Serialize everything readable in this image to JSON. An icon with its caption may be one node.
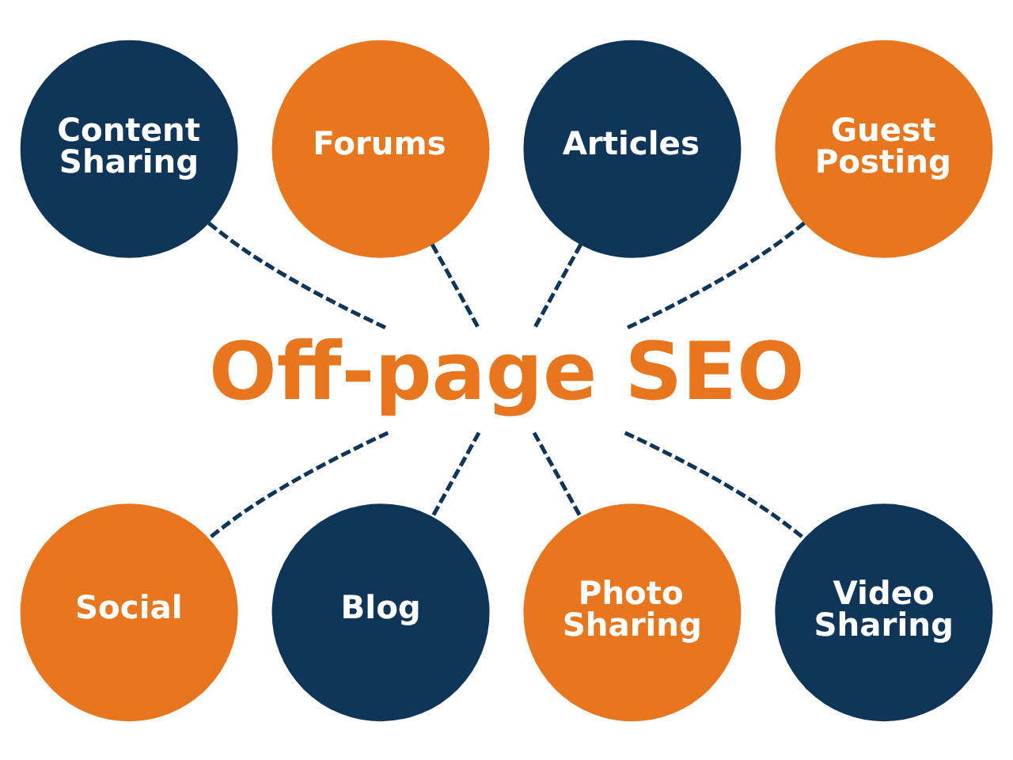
{
  "diagram": {
    "nodes": [
      {
        "text": [
          "Content Sharing"
        ]
      },
      {
        "text": [
          "Forums"
        ]
      },
      {
        "text": [
          "Articles"
        ]
      },
      {
        "text": [
          "Guest Posting"
        ]
      },
      {
        "text": [
          "Off-page SEO"
        ]
      },
      {
        "text": [
          "Social"
        ]
      },
      {
        "text": [
          "Blog"
        ]
      },
      {
        "text": [
          "Photo Sharing"
        ]
      },
      {
        "text": [
          "Video Sharing"
        ]
      }
    ],
    "edges": [
      {
        "from": 0,
        "to": 4,
        "arrow": "none",
        "style": "dashed"
      },
      {
        "from": 1,
        "to": 4,
        "arrow": "none",
        "style": "dashed"
      },
      {
        "from": 2,
        "to": 4,
        "arrow": "none",
        "style": "dashed"
      },
      {
        "from": 3,
        "to": 4,
        "arrow": "none",
        "style": "dashed"
      },
      {
        "from": 4,
        "to": 5,
        "arrow": "none",
        "style": "dashed"
      },
      {
        "from": 4,
        "to": 6,
        "arrow": "none",
        "style": "dashed"
      },
      {
        "from": 4,
        "to": 7,
        "arrow": "none",
        "style": "dashed"
      },
      {
        "from": 4,
        "to": 8,
        "arrow": "none",
        "style": "dashed"
      }
    ]
  }
}
